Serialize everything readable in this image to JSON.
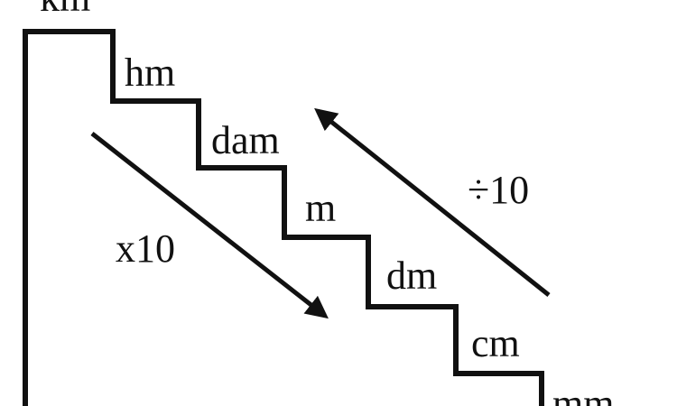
{
  "units": {
    "km": "km",
    "hm": "hm",
    "dam": "dam",
    "m": "m",
    "dm": "dm",
    "cm": "cm",
    "mm": "mm"
  },
  "arrows": {
    "multiply_label": "x10",
    "divide_label": "÷10"
  },
  "colors": {
    "ink": "#111111",
    "background": "#ffffff"
  }
}
